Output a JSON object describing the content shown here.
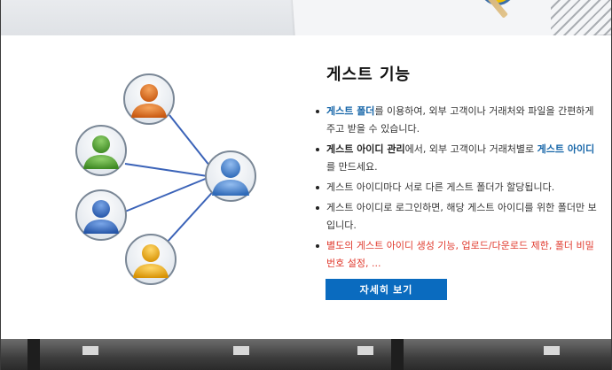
{
  "section": {
    "title": "게스트 기능",
    "items": [
      {
        "parts": [
          {
            "text": "게스트 폴더",
            "style": "hl"
          },
          {
            "text": "를 이용하여, 외부 고객이나 거래처와 파일을 간편하게 주고 받을 수 있습니다.",
            "style": ""
          }
        ]
      },
      {
        "parts": [
          {
            "text": "게스트 아이디 관리",
            "style": "bold"
          },
          {
            "text": "에서, 외부 고객이나 거래처별로 ",
            "style": ""
          },
          {
            "text": "게스트 아이디",
            "style": "hl"
          },
          {
            "text": "를 만드세요.",
            "style": ""
          }
        ]
      },
      {
        "parts": [
          {
            "text": "게스트 아이디마다 서로 다른 게스트 폴더가 할당됩니다.",
            "style": ""
          }
        ]
      },
      {
        "parts": [
          {
            "text": "게스트 아이디로 로그인하면, 해당 게스트 아이디를 위한 폴더만 보입니다.",
            "style": ""
          }
        ]
      },
      {
        "parts": [
          {
            "text": "별도의 게스트 아이디 생성 기능, 업로드/다운로드 제한, 폴더 비밀번호 설정, ...",
            "style": "red"
          }
        ]
      }
    ],
    "more_button_label": "자세히 보기"
  },
  "illustration": {
    "icon": "network-users-icon",
    "user_colors": [
      "#e8792c",
      "#5aa13a",
      "#3a6fc4",
      "#f0b21b",
      "#4a86c8"
    ],
    "connector_color": "#3b63b8"
  },
  "colors": {
    "accent": "#0a6bbf",
    "highlight": "#1565a8",
    "warning": "#e03a2e"
  }
}
